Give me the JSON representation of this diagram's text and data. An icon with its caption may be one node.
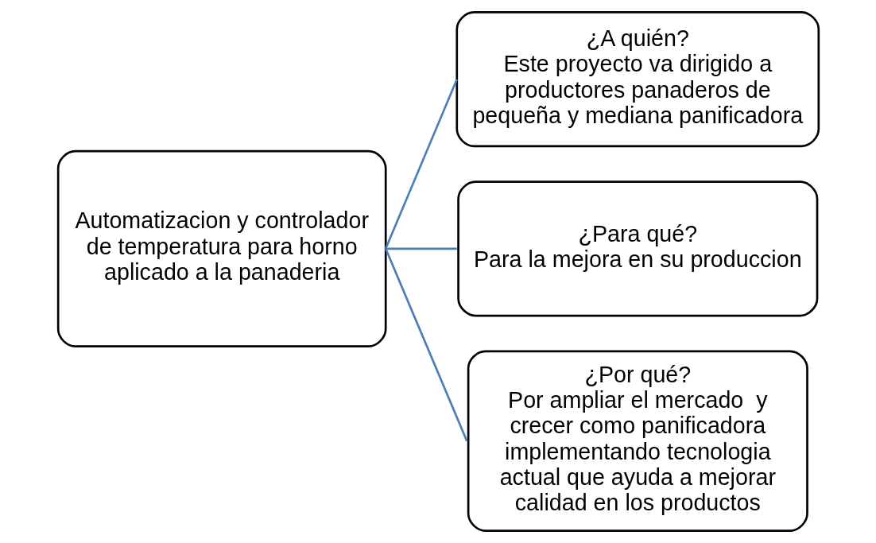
{
  "diagram": {
    "nodes": [
      {
        "text": [
          "Automatizacion y controlador de temperatura para horno aplicado a la panaderia"
        ]
      },
      {
        "text": [
          "¿A quién?",
          "Este proyecto va dirigido a productores panaderos de pequeña y mediana panificadora"
        ]
      },
      {
        "text": [
          "¿Para qué?",
          "Para la mejora en su produccion"
        ]
      },
      {
        "text": [
          "¿Por qué?",
          "Por ampliar el mercado  y crecer como panificadora implementando tecnologia actual que ayuda a mejorar calidad en los productos"
        ]
      }
    ],
    "edges": [
      {
        "from": 0,
        "to": 1,
        "arrow": "none"
      },
      {
        "from": 0,
        "to": 2,
        "arrow": "none"
      },
      {
        "from": 0,
        "to": 3,
        "arrow": "none"
      }
    ]
  }
}
